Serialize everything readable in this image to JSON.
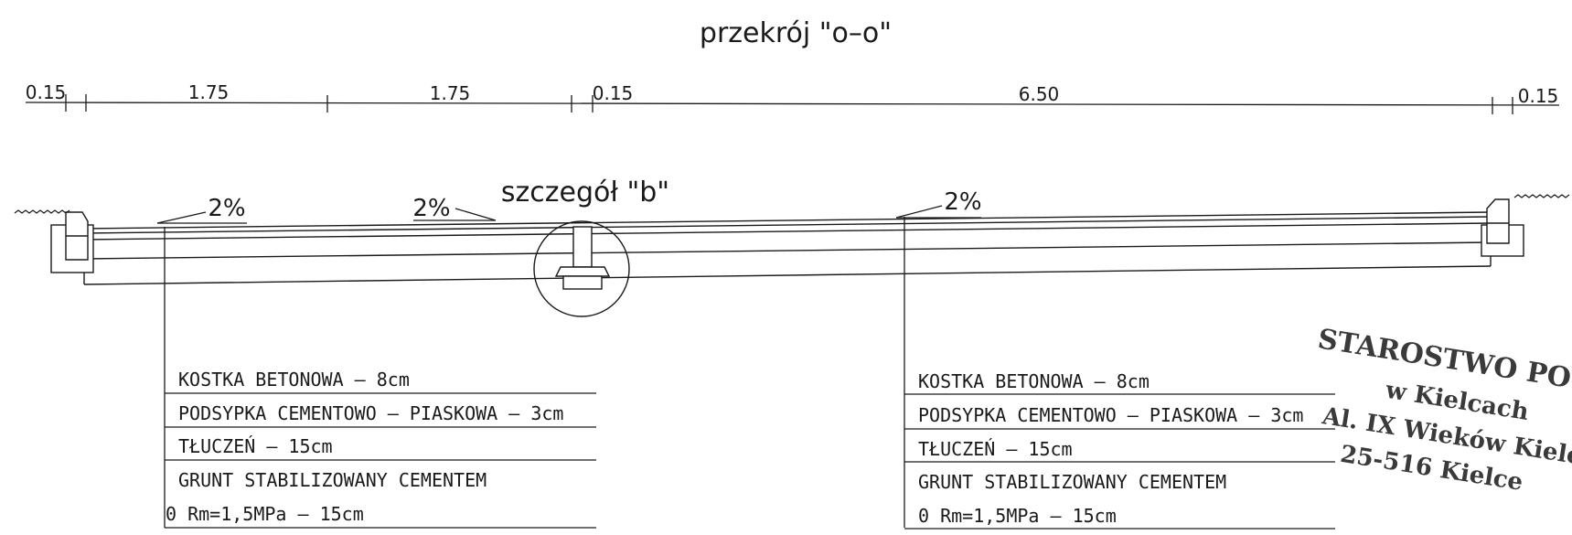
{
  "title": "przekrój \"o–o\"",
  "detail_label": "szczegół \"b\"",
  "dimensions": [
    "0.15",
    "1.75",
    "1.75",
    "0.15",
    "6.50",
    "0.15"
  ],
  "slopes": [
    "2%",
    "2%",
    "2%"
  ],
  "layers_left": [
    "KOSTKA BETONOWA – 8cm",
    "PODSYPKA CEMENTOWO – PIASKOWA – 3cm",
    "TŁUCZEŃ – 15cm",
    "GRUNT STABILIZOWANY CEMENTEM",
    "0 Rm=1,5MPa – 15cm"
  ],
  "layers_right": [
    "KOSTKA BETONOWA – 8cm",
    "PODSYPKA CEMENTOWO – PIASKOWA – 3cm",
    "TŁUCZEŃ – 15cm",
    "GRUNT STABILIZOWANY CEMENTEM",
    "0 Rm=1,5MPa – 15cm"
  ],
  "stamp": {
    "line1": "STAROSTWO POWIATO",
    "line2": "w Kielcach",
    "line3": "Al. IX Wieków Kielc",
    "line4": "25-516 Kielce"
  }
}
